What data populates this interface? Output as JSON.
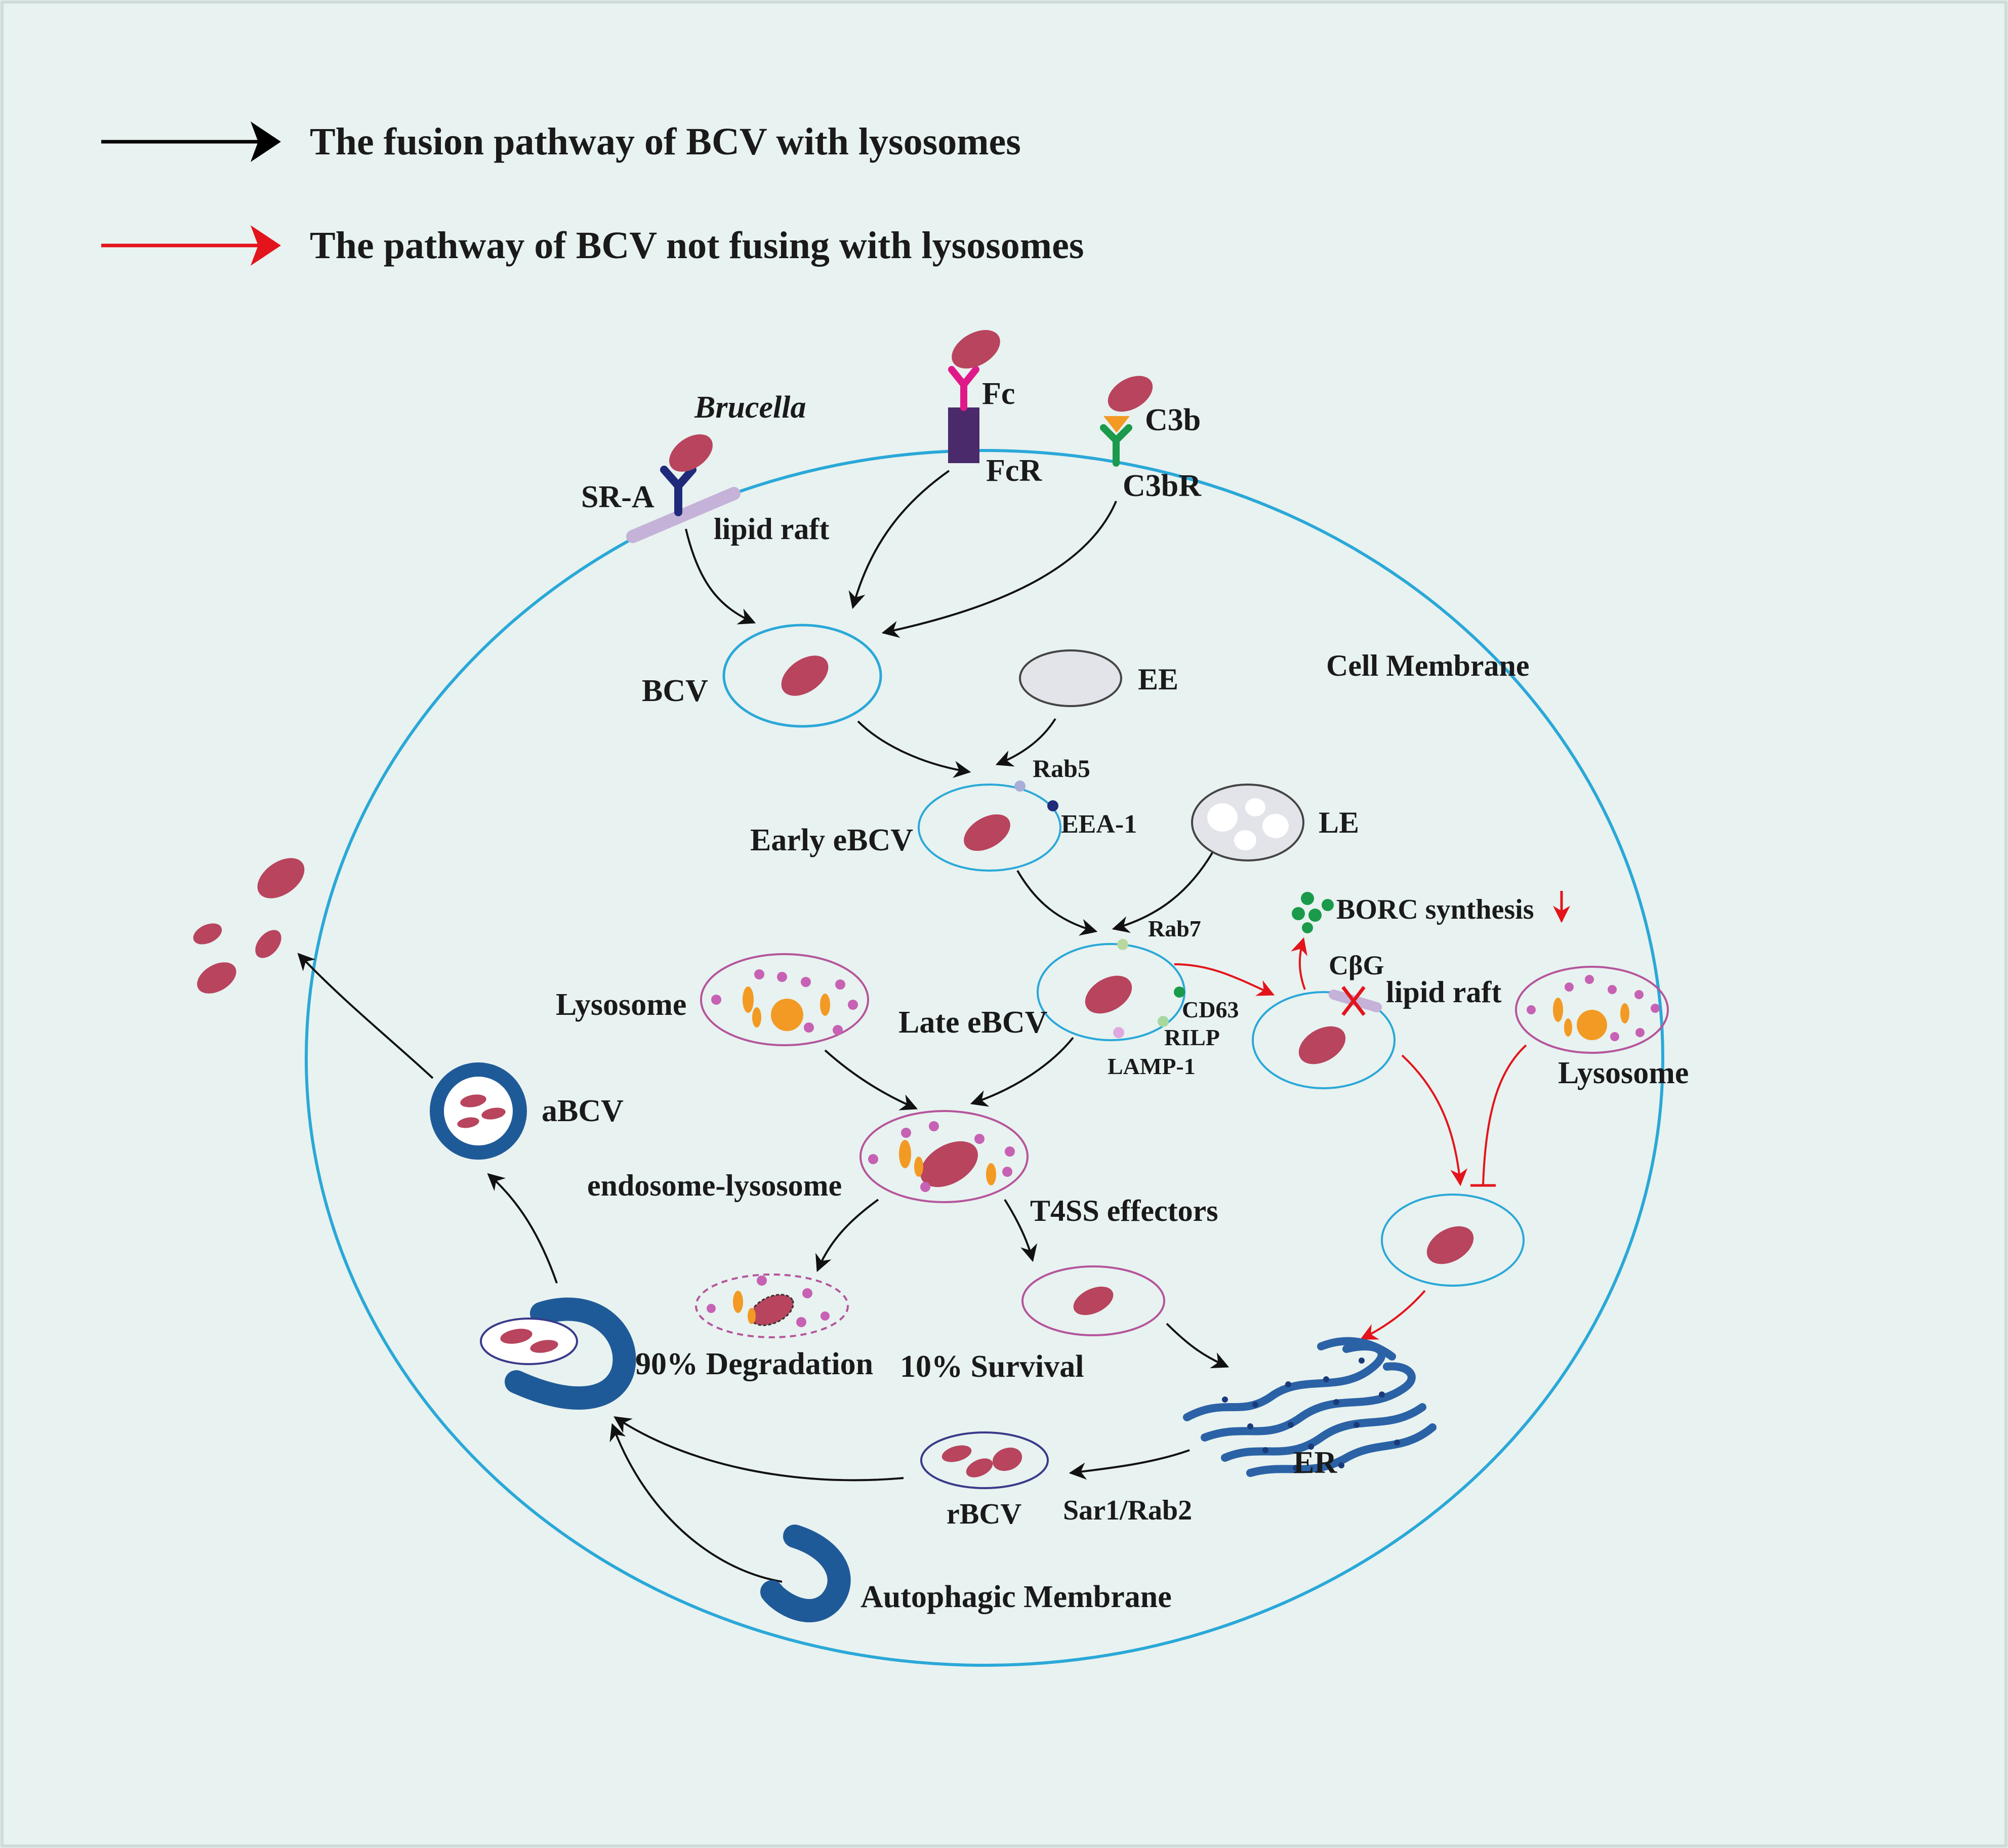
{
  "legend": {
    "fusion_label": "The fusion pathway of BCV with lysosomes",
    "nonfusion_label": "The pathway of BCV not fusing with lysosomes",
    "fusion_color": "#000000",
    "nonfusion_color": "#e3141b"
  },
  "receptors": {
    "brucella": "Brucella",
    "sr_a": "SR-A",
    "lipid_raft": "lipid raft",
    "fc": "Fc",
    "fcr": "FcR",
    "c3b": "C3b",
    "c3br": "C3bR"
  },
  "vesicles": {
    "bcv": "BCV",
    "ee": "EE",
    "cell_membrane": "Cell Membrane",
    "rab5": "Rab5",
    "eea1": "EEA-1",
    "early_ebcv": "Early eBCV",
    "le": "LE",
    "rab7": "Rab7",
    "cd63": "CD63",
    "rilp": "RILP",
    "lamp1": "LAMP-1",
    "late_ebcv": "Late eBCV",
    "lysosome_left": "Lysosome",
    "endo_lyso": "endosome-lysosome",
    "t4ss": "T4SS effectors",
    "degradation": "90% Degradation",
    "survival": "10% Survival",
    "borc": "BORC  synthesis",
    "cbg": "CβG",
    "lipid_raft_2": "lipid raft",
    "lysosome_right": "Lysosome",
    "er": "ER",
    "rbcv": "rBCV",
    "sar1": "Sar1/Rab2",
    "abcv": "aBCV",
    "autophagic": "Autophagic Membrane"
  },
  "colors": {
    "background": "#e8f2f0",
    "cell_membrane": "#2aa8d8",
    "bacterium": "#b8445e",
    "lysosome_outline": "#b5559b",
    "granule": "#c761b3",
    "orange": "#f39a24",
    "autophagy_blue": "#1f5a98",
    "er_blue": "#2b62a6"
  }
}
